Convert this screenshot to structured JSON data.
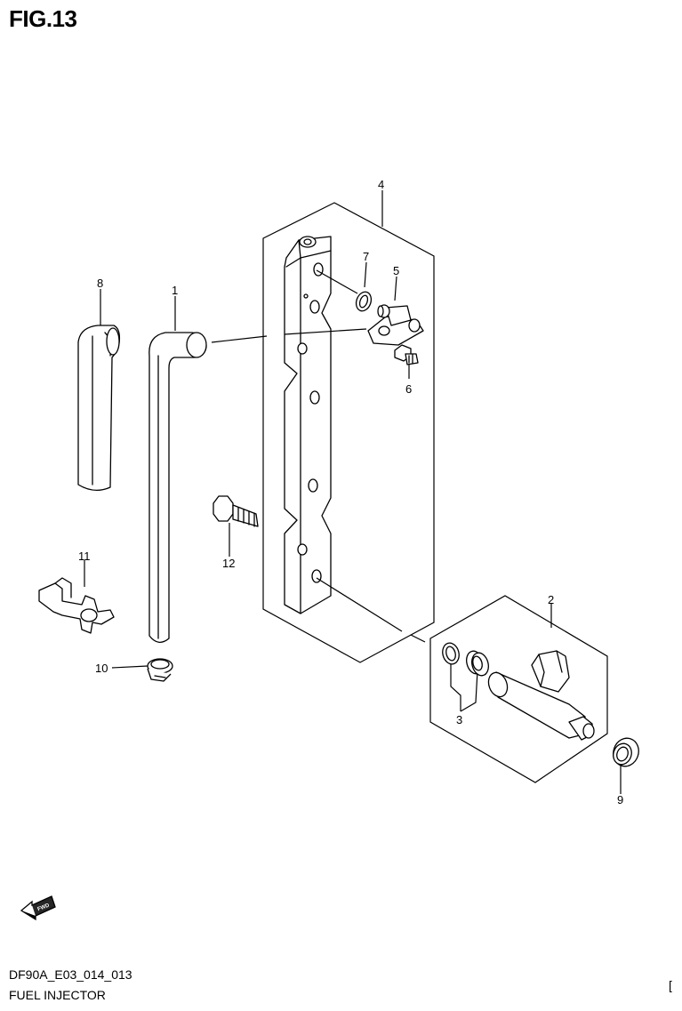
{
  "figure": {
    "title": "FIG.13",
    "drawing_code": "DF90A_E03_014_013",
    "name": "FUEL INJECTOR",
    "page_mark": "["
  },
  "callouts": {
    "c1": "1",
    "c2": "2",
    "c3": "3",
    "c4": "4",
    "c5": "5",
    "c6": "6",
    "c7": "7",
    "c8": "8",
    "c9": "9",
    "c10": "10",
    "c11": "11",
    "c12": "12"
  },
  "icons": {
    "direction_arrow": "fwd-arrow-icon"
  }
}
